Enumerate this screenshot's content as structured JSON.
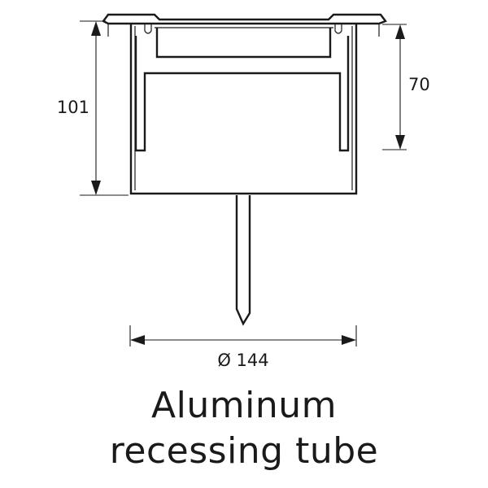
{
  "dimensions": {
    "height_total": "101",
    "height_inner": "70",
    "diameter": "Ø 144"
  },
  "caption": {
    "line1": "Aluminum",
    "line2": "recessing tube"
  },
  "colors": {
    "line": "#1a1a1a",
    "background": "#ffffff"
  }
}
